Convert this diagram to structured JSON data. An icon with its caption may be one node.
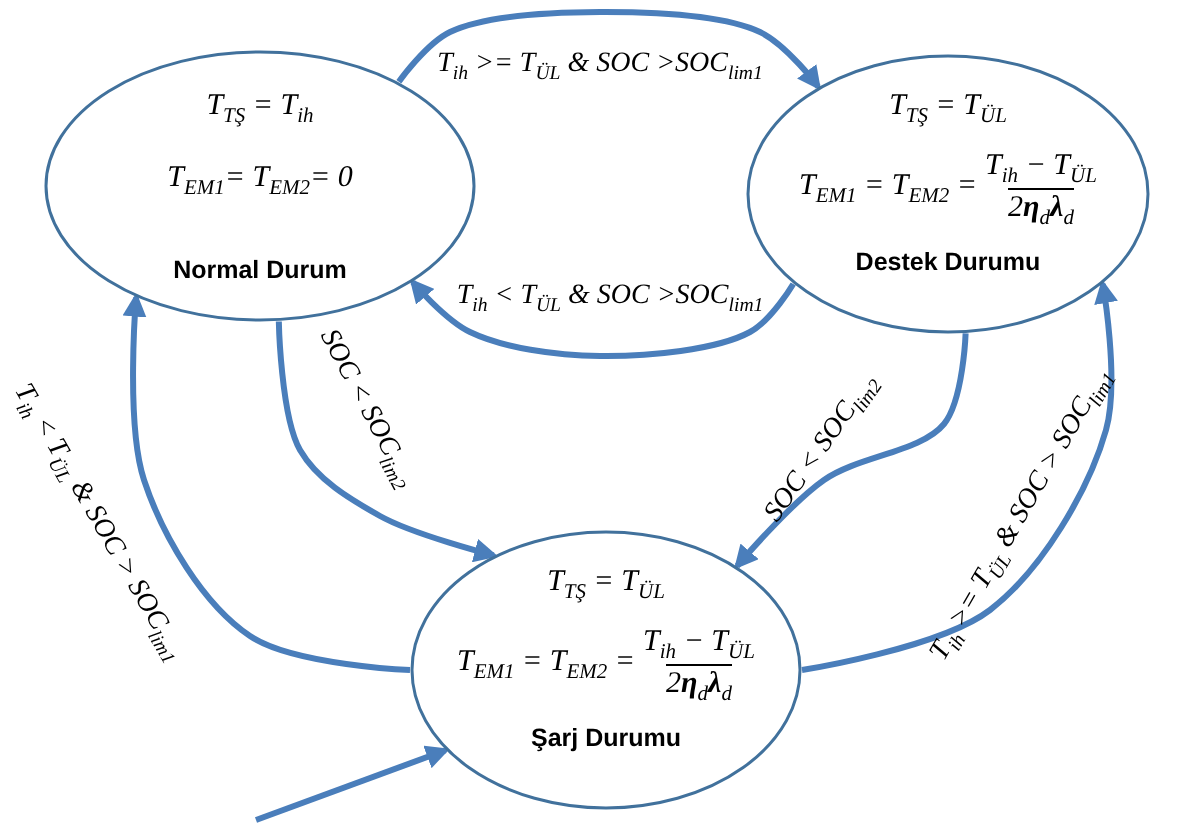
{
  "diagram": {
    "nodes": [
      {
        "text": [
          "T$_{TŞ}$ = T$_{ih}$",
          "T$_{EM1}$= T$_{EM2}$= 0",
          "Normal Durum"
        ]
      },
      {
        "text": [
          "T$_{TŞ}$ = T$_{ÜL}$",
          "T$_{EM1}$ = T$_{EM2}$ =",
          "T$_{ih}$ − T$_{ÜL}$",
          "2**η**$_{d}$**λ**$_{d}$",
          "Destek Durumu"
        ]
      },
      {
        "text": [
          "T$_{TŞ}$ = T$_{ÜL}$",
          "T$_{EM1}$ = T$_{EM2}$ =",
          "T$_{ih}$ − T$_{ÜL}$",
          "2**η**$_{d}$**λ**$_{d}$",
          "Şarj Durumu"
        ]
      }
    ],
    "edges": [
      {
        "from": 0,
        "to": 1,
        "arrow": "to",
        "label": "T$_{ih}$ >= T$_{ÜL}$ & SOC >SOC$_{lim1}$"
      },
      {
        "from": 1,
        "to": 0,
        "arrow": "to",
        "label": "T$_{ih}$ < T$_{ÜL}$ & SOC >SOC$_{lim1}$"
      },
      {
        "from": 0,
        "to": 2,
        "arrow": "to",
        "label": "SOC < SOC$_{lim2}$"
      },
      {
        "from": 2,
        "to": 0,
        "arrow": "to",
        "label": "T$_{ih}$ < T$_{ÜL}$ & SOC > SOC$_{lim1}$"
      },
      {
        "from": 1,
        "to": 2,
        "arrow": "to",
        "label": "SOC < SOC$_{lim2}$"
      },
      {
        "from": 2,
        "to": 1,
        "arrow": "to",
        "label": "T$_{ih}$ >= T$_{ÜL}$ & SOC > SOC$_{lim1}$"
      },
      {
        "from": null,
        "to": 2,
        "arrow": "to"
      }
    ]
  }
}
